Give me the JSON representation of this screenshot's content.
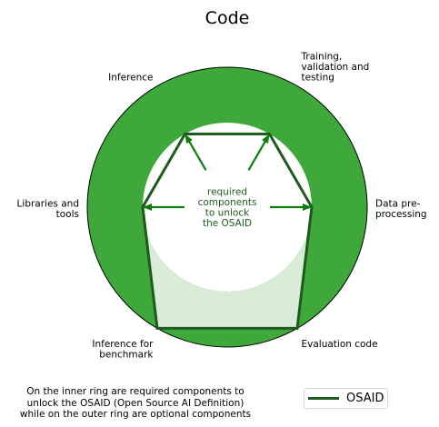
{
  "chart_data": {
    "type": "radar",
    "title": "Code",
    "categories": [
      "Data pre-\nprocessing",
      "Training,\nvalidation and\ntesting",
      "Inference",
      "Libraries and\ntools",
      "Inference for\nbenchmark",
      "Evaluation code"
    ],
    "series": [
      {
        "name": "OSAID",
        "values": [
          1,
          1,
          1,
          1,
          2,
          2
        ]
      }
    ],
    "rlim": [
      0,
      2
    ],
    "inner_ring_value": 1,
    "outer_ring_value": 2,
    "center_annotation": "required\ncomponents\nto unlock\nthe OSAID",
    "caption": "On the inner ring are required components to\nunlock the OSAID (Open Source AI Definition)\nwhile on the outer ring are optional components",
    "legend": {
      "position": "bottom-right",
      "entries": [
        "OSAID"
      ]
    },
    "grid": false
  },
  "colors": {
    "outer_ring": "#3ea83a",
    "inner_disk": "#ffffff",
    "series_line": "#1f5a1f",
    "series_fill": "#d8ecd7",
    "arrow": "#0d7d0d",
    "center_text": "#1f5a1f"
  }
}
